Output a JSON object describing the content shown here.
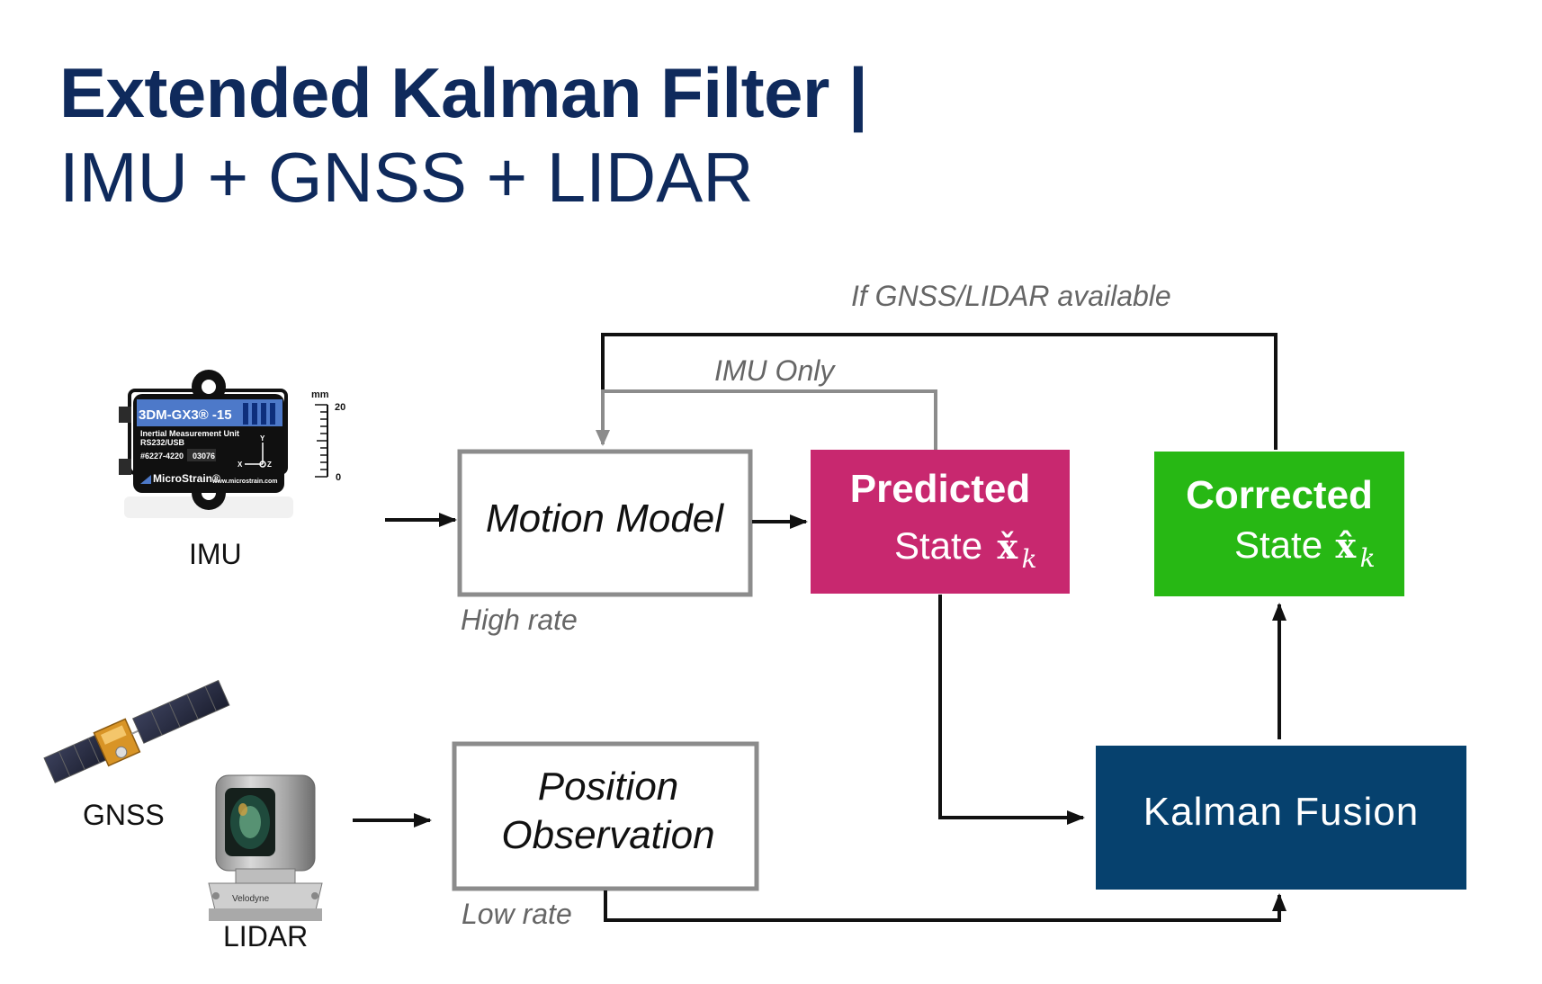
{
  "title": {
    "line1": "Extended Kalman Filter |",
    "line2": "IMU + GNSS + LIDAR"
  },
  "labels": {
    "gnss_lidar_available": "If GNSS/LIDAR available",
    "imu_only": "IMU Only",
    "high_rate": "High rate",
    "low_rate": "Low rate"
  },
  "sources": {
    "imu": "IMU",
    "gnss": "GNSS",
    "lidar": "LIDAR"
  },
  "imu_device": {
    "model": "3DM-GX3® -15",
    "line1": "Inertial Measurement Unit",
    "line2": "RS232/USB",
    "part": "#6227-4220",
    "serial": "03076",
    "brand": "MicroStrain®",
    "url": "www.microstrain.com",
    "scale_unit": "mm",
    "scale_max": "20",
    "scale_min": "0",
    "axis_y": "Y",
    "axis_x": "X",
    "axis_z": "Z"
  },
  "lidar_device": {
    "brand": "Velodyne"
  },
  "boxes": {
    "motion_model": "Motion Model",
    "position_observation_line1": "Position",
    "position_observation_line2": "Observation",
    "predicted_title": "Predicted",
    "predicted_state": "State",
    "predicted_symbol": "x̌",
    "predicted_sub": "k",
    "corrected_title": "Corrected",
    "corrected_state": "State",
    "corrected_symbol": "x̂",
    "corrected_sub": "k",
    "kalman_fusion": "Kalman Fusion"
  },
  "colors": {
    "title": "#0f2a5c",
    "predicted": "#c8286f",
    "corrected": "#27b814",
    "fusion": "#06416e",
    "box_border": "#8c8c8c",
    "arrow_black": "#111111",
    "arrow_gray": "#8c8c8c"
  }
}
